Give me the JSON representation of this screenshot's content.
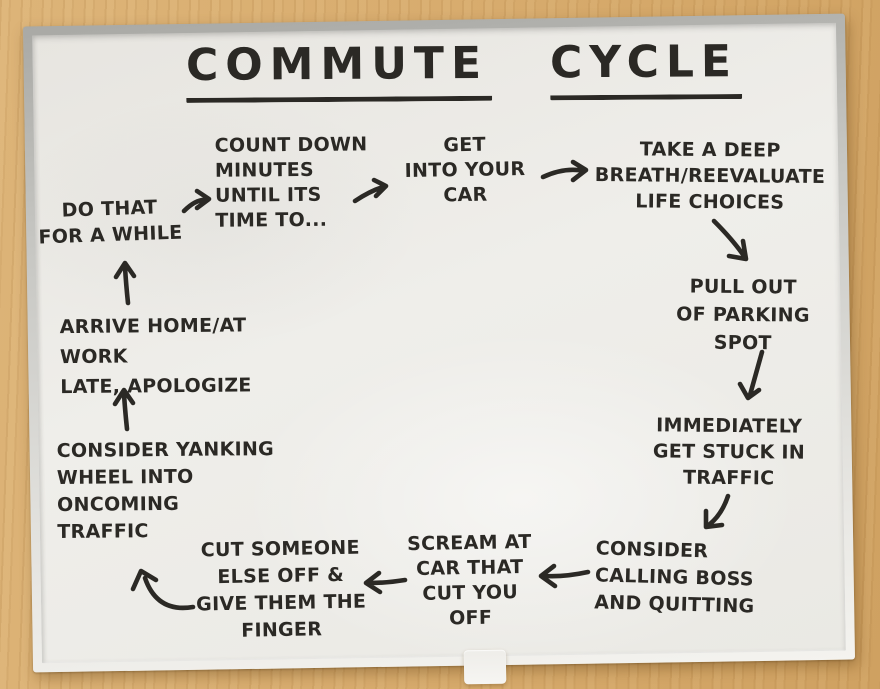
{
  "colors": {
    "ink": "#2b2925",
    "board_surface": "#edebe6",
    "frame_silver": "#b5b5b1",
    "frame_white": "#f0efeb",
    "wood": "#d6aa6b"
  },
  "title": {
    "words": [
      "COMMUTE",
      "CYCLE"
    ]
  },
  "steps": {
    "do_that": {
      "label": "DO THAT\nFOR A WHILE"
    },
    "count_down": {
      "label": "COUNT DOWN\nMINUTES\nUNTIL ITS\nTIME TO..."
    },
    "get_in_car": {
      "label": "GET\nINTO YOUR\nCAR"
    },
    "deep_breath": {
      "label": "TAKE A DEEP\nBREATH/REEVALUATE\nLIFE CHOICES"
    },
    "pull_out": {
      "label": "PULL OUT\nOF PARKING\nSPOT"
    },
    "stuck_traffic": {
      "label": "IMMEDIATELY\nGET STUCK IN\nTRAFFIC"
    },
    "consider_quitting": {
      "label": "CONSIDER\nCALLING BOSS\nAND QUITTING"
    },
    "scream": {
      "label": "SCREAM AT\nCAR THAT\nCUT YOU\nOFF"
    },
    "cut_someone_off": {
      "label": "CUT SOMEONE\nELSE OFF &\nGIVE THEM THE\nFINGER"
    },
    "yank_wheel": {
      "label": "CONSIDER YANKING\nWHEEL INTO\nONCOMING\nTRAFFIC"
    },
    "arrive_late": {
      "label": "ARRIVE HOME/AT WORK\nLATE, APOLOGIZE"
    }
  },
  "connections": [
    {
      "from": "do_that",
      "to": "count_down"
    },
    {
      "from": "count_down",
      "to": "get_in_car"
    },
    {
      "from": "get_in_car",
      "to": "deep_breath"
    },
    {
      "from": "deep_breath",
      "to": "pull_out"
    },
    {
      "from": "pull_out",
      "to": "stuck_traffic"
    },
    {
      "from": "stuck_traffic",
      "to": "consider_quitting"
    },
    {
      "from": "consider_quitting",
      "to": "scream"
    },
    {
      "from": "scream",
      "to": "cut_someone_off"
    },
    {
      "from": "cut_someone_off",
      "to": "yank_wheel"
    },
    {
      "from": "yank_wheel",
      "to": "arrive_late"
    },
    {
      "from": "arrive_late",
      "to": "do_that"
    }
  ]
}
